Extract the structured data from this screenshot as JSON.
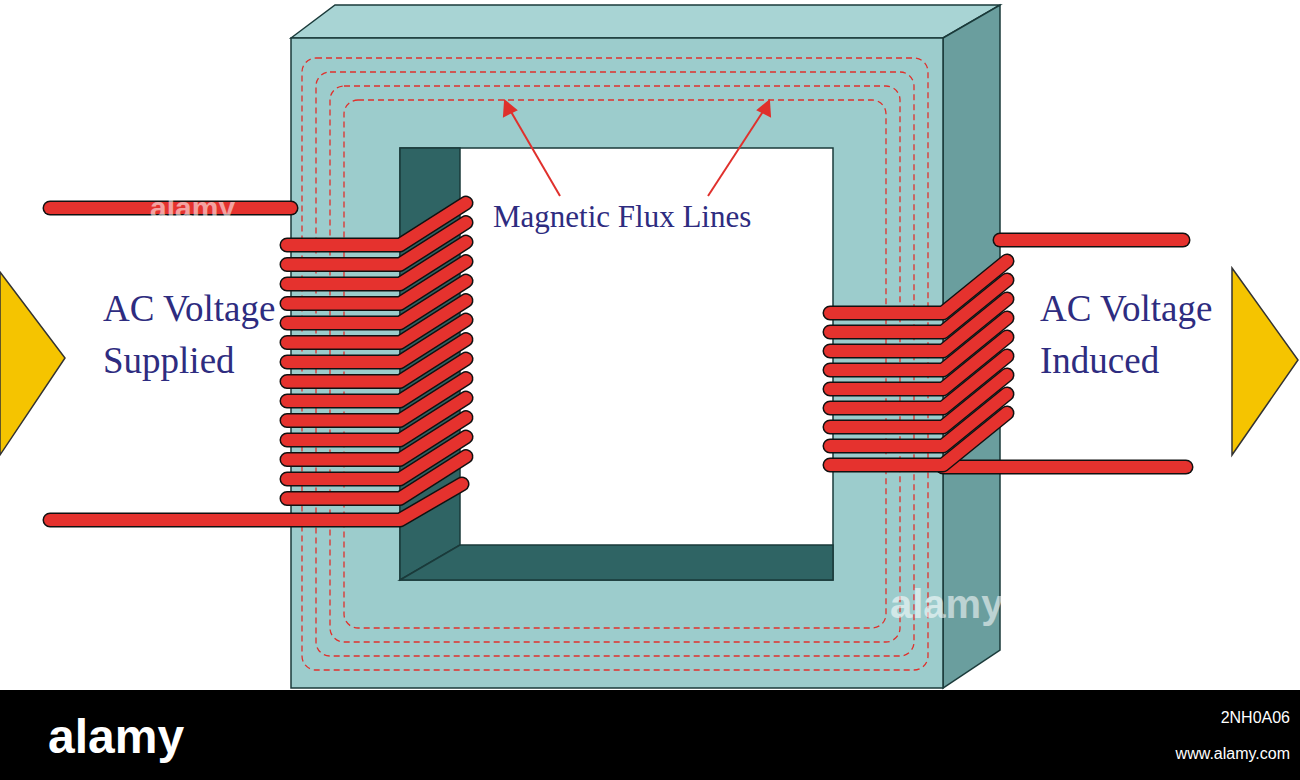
{
  "diagram": {
    "labels": [
      "Magnetic Flux Lines",
      "AC Voltage Supplied",
      "AC Voltage Induced",
      "alamy",
      "alamy",
      "alamy",
      "2NH0A06",
      "www.alamy.com"
    ]
  }
}
